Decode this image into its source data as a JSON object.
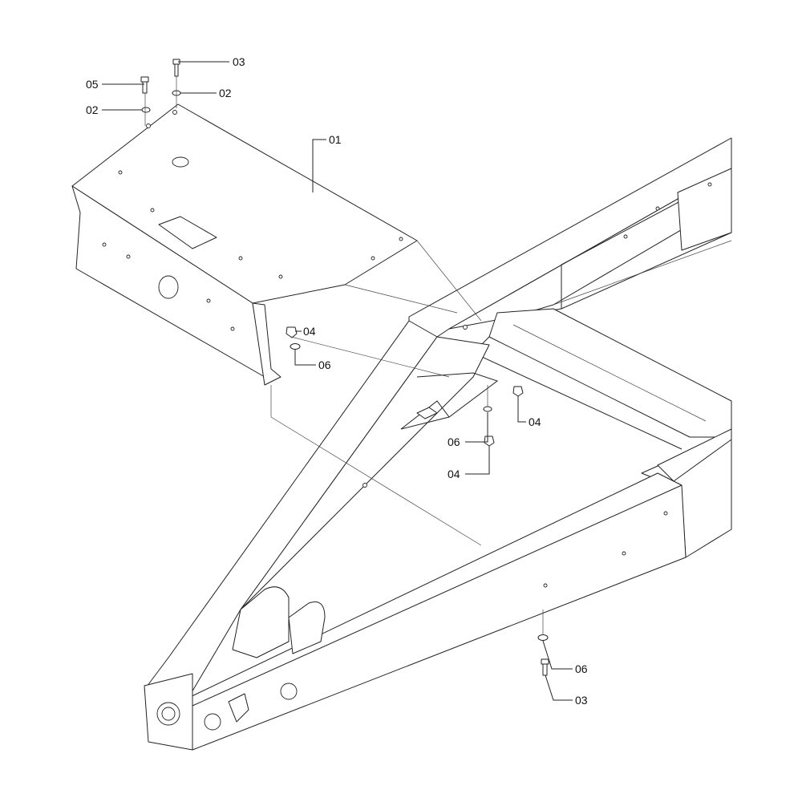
{
  "diagram": {
    "type": "exploded-parts-diagram",
    "callouts": [
      {
        "id": "c1",
        "label": "03"
      },
      {
        "id": "c2",
        "label": "05"
      },
      {
        "id": "c3",
        "label": "02"
      },
      {
        "id": "c4",
        "label": "02"
      },
      {
        "id": "c5",
        "label": "01"
      },
      {
        "id": "c6",
        "label": "04"
      },
      {
        "id": "c7",
        "label": "06"
      },
      {
        "id": "c8",
        "label": "04"
      },
      {
        "id": "c9",
        "label": "06"
      },
      {
        "id": "c10",
        "label": "04"
      },
      {
        "id": "c11",
        "label": "06"
      },
      {
        "id": "c12",
        "label": "03"
      }
    ]
  }
}
